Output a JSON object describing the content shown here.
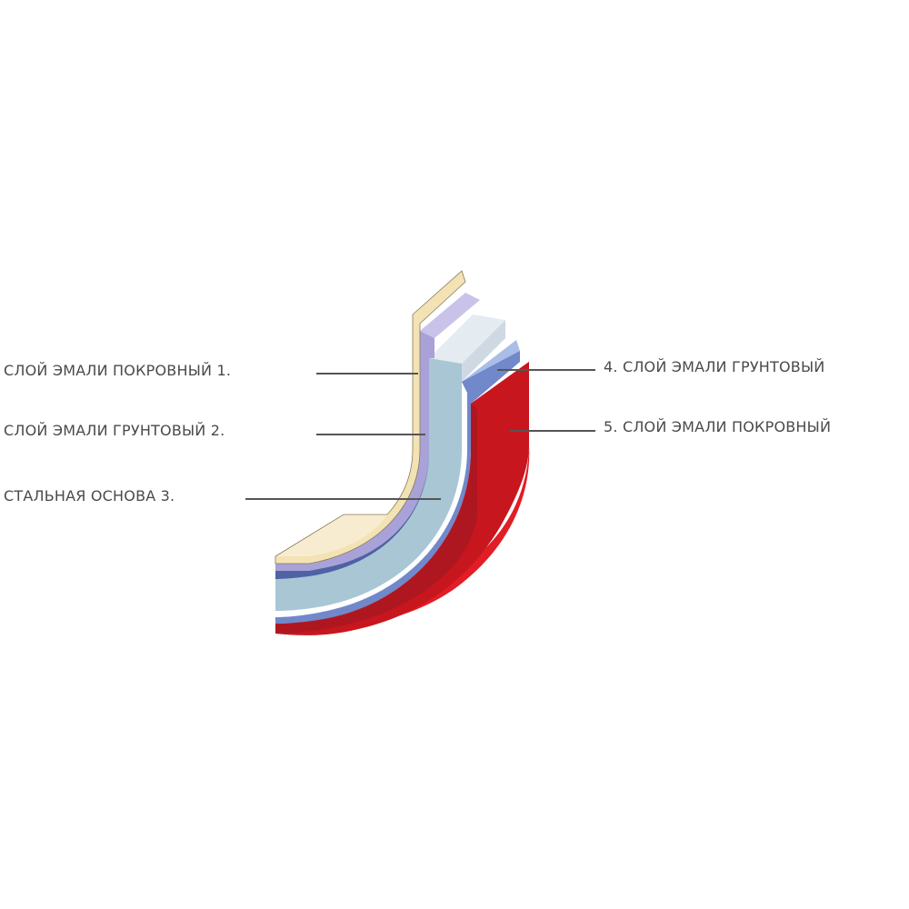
{
  "labels": {
    "layer1": "СЛОЙ ЭМАЛИ ПОКРОВНЫЙ  1.",
    "layer2": "СЛОЙ ЭМАЛИ ГРУНТОВЫЙ  2.",
    "layer3": "СТАЛЬНАЯ ОСНОВА  3.",
    "layer4": "4.  СЛОЙ ЭМАЛИ ГРУНТОВЫЙ",
    "layer5": "5.  СЛОЙ ЭМАЛИ ПОКРОВНЫЙ"
  },
  "colors": {
    "cover_inner": "#f3e2b4",
    "primer_inner": "#4f62a4",
    "primer_inner_top": "#a8a2d8",
    "steel": "#a8c6d4",
    "steel_top": "#e4ebf1",
    "primer_outer": "#7188cb",
    "cover_outer": "#e11d25",
    "cover_outer_dark": "#9a1a22",
    "text": "#4a4a4a",
    "leader": "#555555"
  }
}
